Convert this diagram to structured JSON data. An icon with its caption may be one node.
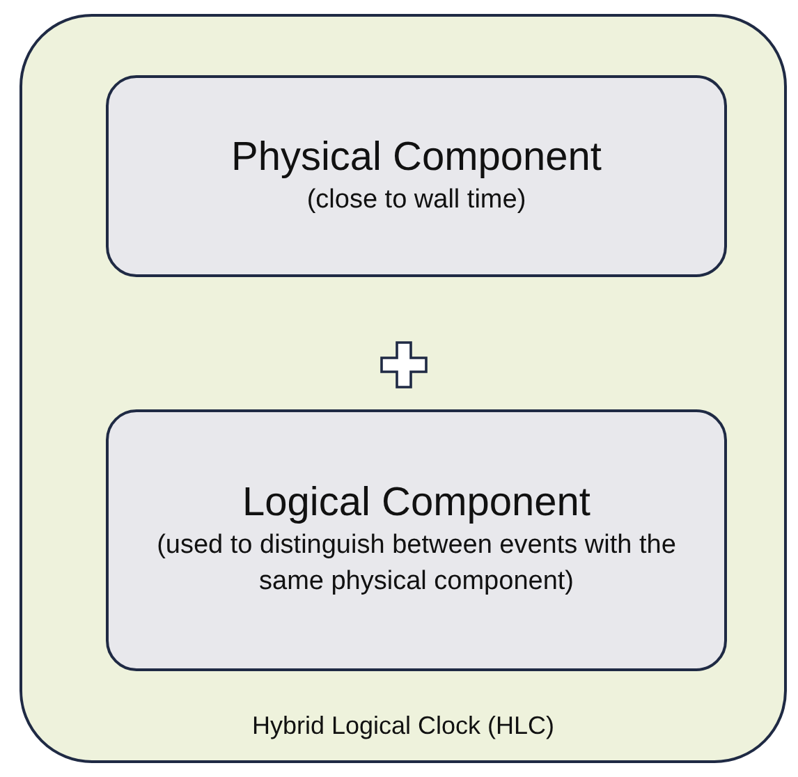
{
  "diagram": {
    "nodes": [
      {
        "text": [
          "Hybrid Logical Clock (HLC)"
        ]
      },
      {
        "text": [
          "Physical Component",
          "(close to wall time)"
        ],
        "in": 0
      },
      {
        "text": [
          "Logical Component",
          "(used to distinguish between events with the same physical component)"
        ],
        "in": 0
      }
    ]
  }
}
